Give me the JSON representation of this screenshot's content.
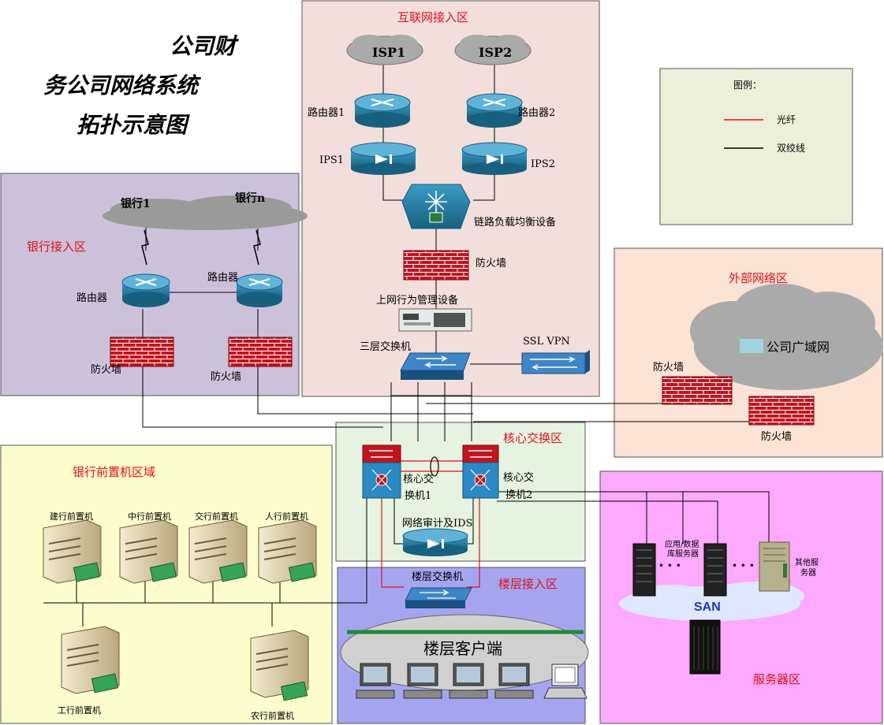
{
  "title": {
    "line1": "公司财",
    "line2": "务公司网络系统",
    "line3": "拓扑示意图"
  },
  "zones": {
    "internet": "互联网接入区",
    "bank": "银行接入区",
    "external": "外部网络区",
    "core": "核心交换区",
    "front": "银行前置机区域",
    "floor": "楼层接入区",
    "server": "服务器区"
  },
  "legend": {
    "title": "图例：",
    "fiber": "光纤",
    "twisted": "双绞线",
    "fiber_color": "#e0101a",
    "twisted_color": "#000000"
  },
  "internet": {
    "isp1": "ISP1",
    "isp2": "ISP2",
    "router1": "路由器1",
    "router2": "路由器2",
    "ips1": "IPS1",
    "ips2": "IPS2",
    "load_balancer": "链路负载均衡设备",
    "firewall": "防火墙",
    "behavior_mgmt": "上网行为管理设备",
    "l3_switch": "三层交换机",
    "ssl_vpn": "SSL VPN"
  },
  "bank": {
    "bank1": "银行1",
    "bankn": "银行n",
    "router_left": "路由器",
    "router_right": "路由器",
    "firewall_left": "防火墙",
    "firewall_right": "防火墙"
  },
  "external": {
    "wan": "公司广域网",
    "firewall_top": "防火墙",
    "firewall_bottom": "防火墙"
  },
  "core": {
    "switch1_a": "核心交",
    "switch1_b": "换机1",
    "switch2_a": "核心交",
    "switch2_b": "换机2",
    "audit_ids": "网络审计及IDS"
  },
  "front": {
    "ccb": "建行前置机",
    "boc": "中行前置机",
    "bocom": "交行前置机",
    "pboc": "人行前置机",
    "icbc": "工行前置机",
    "abc": "农行前置机"
  },
  "floor": {
    "switch": "楼层交换机",
    "clients": "楼层客户端"
  },
  "server": {
    "app_db_1": "应用/数据",
    "app_db_2": "库服务器",
    "dots": "• • •",
    "other_1": "其他服",
    "other_2": "务器",
    "san": "SAN"
  }
}
